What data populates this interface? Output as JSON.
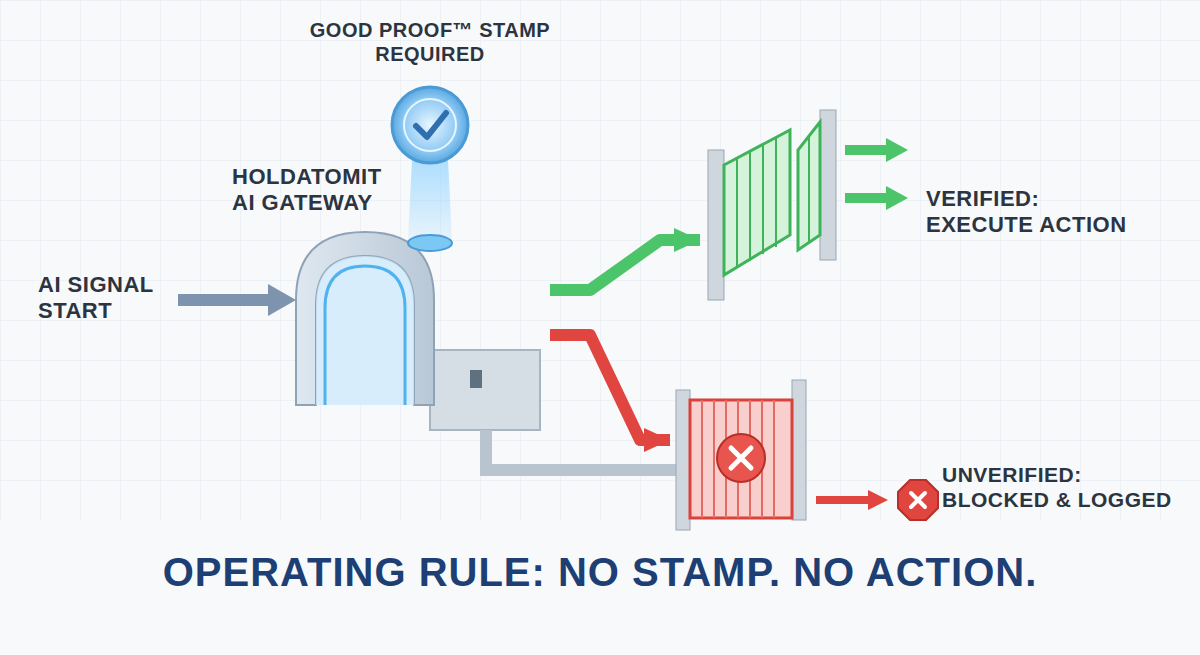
{
  "diagram": {
    "title": "OPERATING RULE: NO STAMP. NO ACTION.",
    "nodes": [
      {
        "text": [
          "HOLDATOMIT AI GATEWAY"
        ]
      },
      {
        "text": [
          "VERIFIED: EXECUTE ACTION"
        ]
      },
      {
        "text": [
          "UNVERIFIED: BLOCKED & LOGGED"
        ]
      }
    ],
    "edges": [
      {
        "from": 0,
        "to": 1,
        "arrow": "to"
      },
      {
        "from": 0,
        "to": 2,
        "arrow": "to"
      }
    ],
    "labels": [
      "GOOD PROOF™ STAMP REQUIRED",
      "AI SIGNAL START"
    ]
  }
}
